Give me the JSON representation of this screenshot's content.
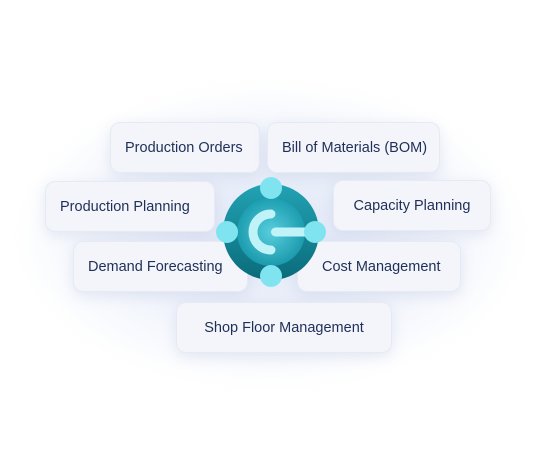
{
  "center_logo": {
    "icon": "dynamics-365-business-central-icon",
    "colors": {
      "outer_dark": "#0a6b7a",
      "outer_light": "#22a3b4",
      "node": "#7fe4f0",
      "connector": "#bff3f8"
    }
  },
  "modules": [
    "Production Orders",
    "Bill of Materials (BOM)",
    "Production Planning",
    "Capacity Planning",
    "Demand Forecasting",
    "Cost Management",
    "Shop Floor Management"
  ]
}
